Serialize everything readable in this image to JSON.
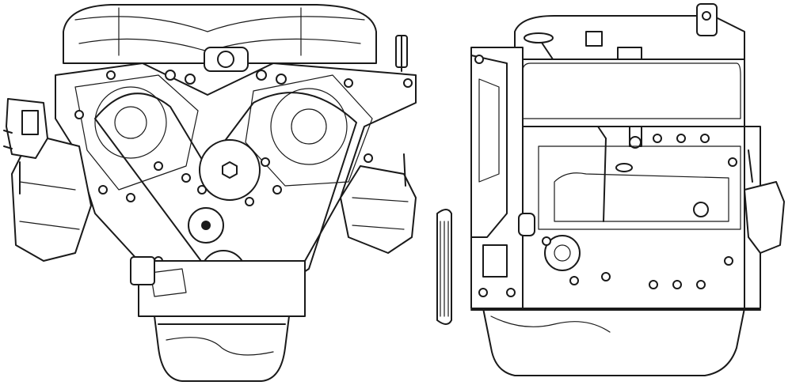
{
  "figure": {
    "views": [
      {
        "name": "front-view",
        "description_shown": ""
      },
      {
        "name": "side-view",
        "description_shown": ""
      }
    ],
    "colors": {
      "ink": "#1a1a1a",
      "paper": "#ffffff"
    },
    "icons": [
      "engine-front-illustration",
      "engine-side-illustration"
    ]
  }
}
